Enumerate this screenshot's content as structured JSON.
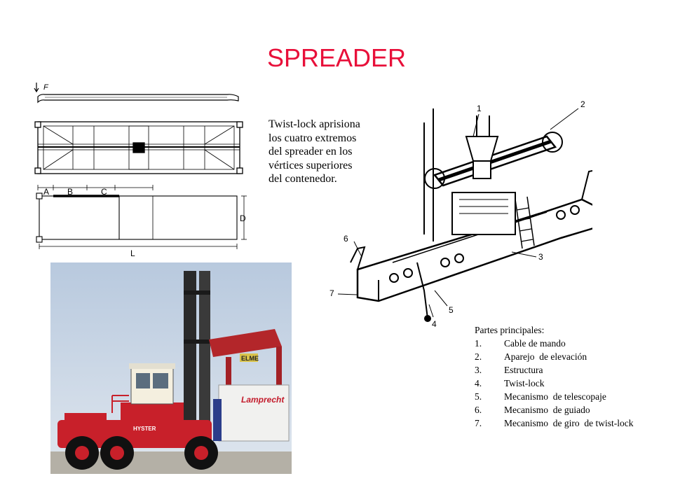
{
  "slide": {
    "title": "SPREADER",
    "title_color": "#e8103a"
  },
  "description": "Twist-lock aprisiona los cuatro extremos del spreader en los vértices superiores del contenedor.",
  "drawing": {
    "labels": {
      "force": "F",
      "a": "A",
      "b": "B",
      "c": "C",
      "d": "D",
      "l": "L"
    }
  },
  "diagram": {
    "callouts": [
      "1",
      "2",
      "3",
      "4",
      "5",
      "6",
      "7"
    ]
  },
  "photo": {
    "brand_label": "ELME",
    "container_label": "Lamprecht",
    "truck_label": "HYSTER"
  },
  "parts": {
    "heading": "Partes principales:",
    "items": [
      {
        "num": "1.",
        "label": "Cable de mando"
      },
      {
        "num": "2.",
        "label": "Aparejo  de elevación"
      },
      {
        "num": "3.",
        "label": "Estructura"
      },
      {
        "num": "4.",
        "label": "Twist-lock"
      },
      {
        "num": "5.",
        "label": "Mecanismo  de telescopaje"
      },
      {
        "num": "6.",
        "label": "Mecanismo  de guiado"
      },
      {
        "num": "7.",
        "label": "Mecanismo  de giro  de twist-lock"
      }
    ]
  }
}
